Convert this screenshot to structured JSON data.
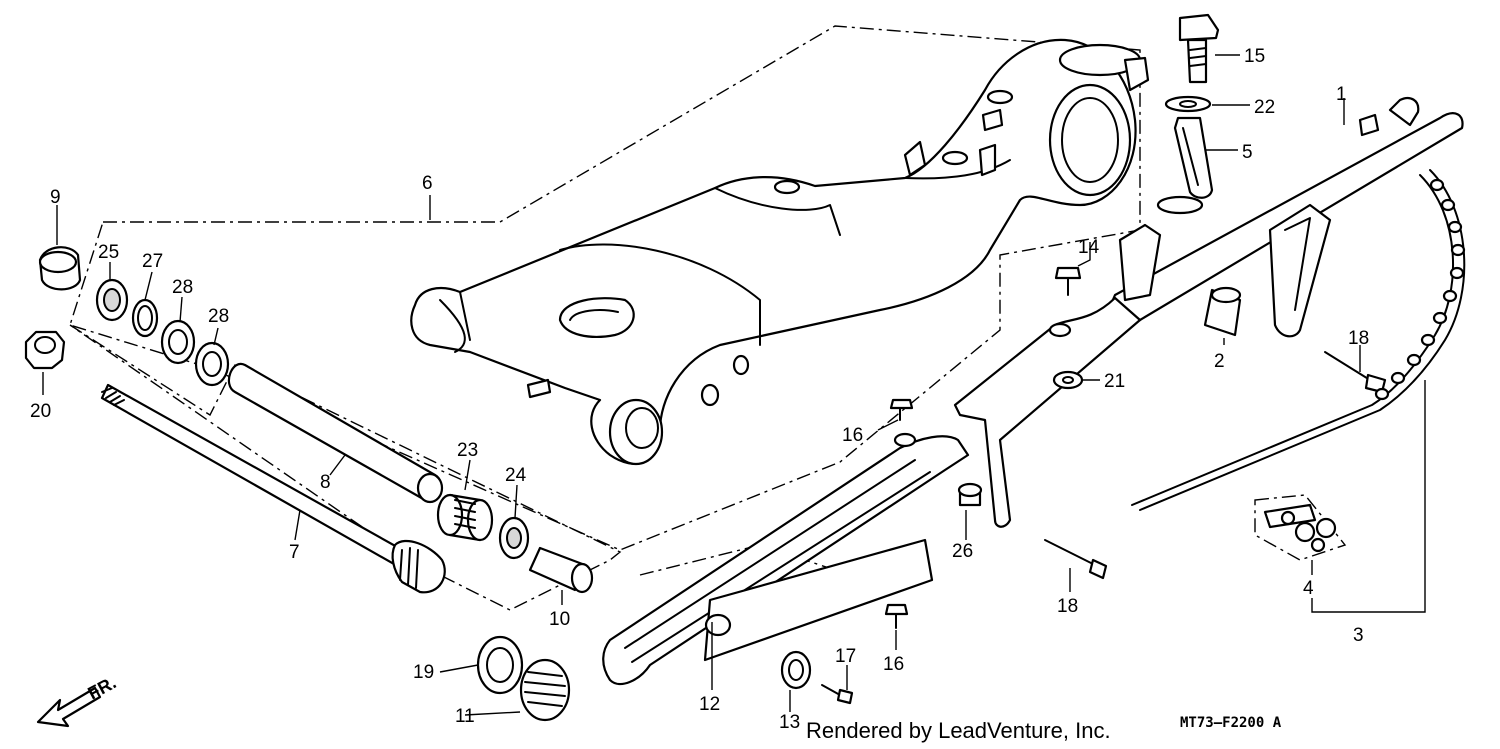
{
  "diagram": {
    "callouts": {
      "p1": "1",
      "p2": "2",
      "p3": "3",
      "p4": "4",
      "p5": "5",
      "p6": "6",
      "p7": "7",
      "p8": "8",
      "p9": "9",
      "p10": "10",
      "p11": "11",
      "p12": "12",
      "p13": "13",
      "p14": "14",
      "p15": "15",
      "p16a": "16",
      "p16b": "16",
      "p17": "17",
      "p18a": "18",
      "p18b": "18",
      "p19": "19",
      "p20": "20",
      "p21": "21",
      "p22": "22",
      "p23": "23",
      "p24": "24",
      "p25": "25",
      "p26": "26",
      "p27": "27",
      "p28a": "28",
      "p28b": "28"
    },
    "direction_label": "FR.",
    "credit": "Rendered by LeadVenture, Inc.",
    "diagram_code": "MT73—F2200 A"
  }
}
